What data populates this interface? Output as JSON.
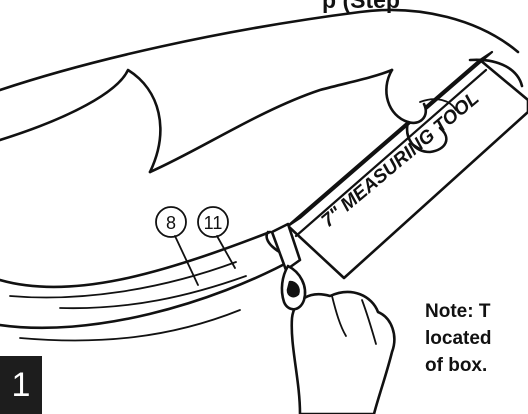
{
  "header_fragment": "p (Step",
  "callouts": [
    {
      "label": "8"
    },
    {
      "label": "11"
    }
  ],
  "tool_label": "7\" MEASURING TOOL",
  "note_lines": [
    "Note: T",
    "located",
    "of box."
  ],
  "step_number": "1",
  "colors": {
    "ink": "#111111",
    "badge_bg": "#1d1d1d",
    "badge_text": "#ffffff"
  }
}
